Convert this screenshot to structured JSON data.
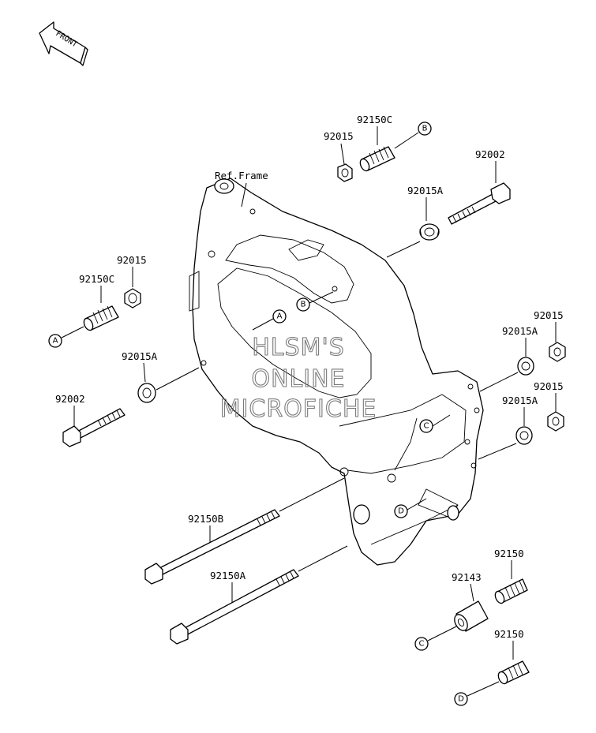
{
  "front_arrow": {
    "label": "FRONT"
  },
  "frame_ref": {
    "label": "Ref.Frame"
  },
  "watermark": {
    "line1": "HLSM'S",
    "line2": "ONLINE",
    "line3": "MICROFICHE"
  },
  "part_labels": {
    "top_92150c": "92150C",
    "top_92015": "92015",
    "top_92002": "92002",
    "top_92015a": "92015A",
    "left_92015": "92015",
    "left_92150c": "92150C",
    "left_92015a": "92015A",
    "left_92002": "92002",
    "right_92015_upper": "92015",
    "right_92015a_upper": "92015A",
    "right_92015_lower": "92015",
    "right_92015a_lower": "92015A",
    "bolt_92150b": "92150B",
    "bolt_92150a": "92150A",
    "bottom_92150_upper": "92150",
    "bottom_92143": "92143",
    "bottom_92150_lower": "92150"
  },
  "callouts": {
    "b_top": "B",
    "b_frame": "B",
    "a_frame": "A",
    "a_left": "A",
    "c_frame": "C",
    "c_bottom": "C",
    "d_frame": "D",
    "d_bottom": "D"
  }
}
